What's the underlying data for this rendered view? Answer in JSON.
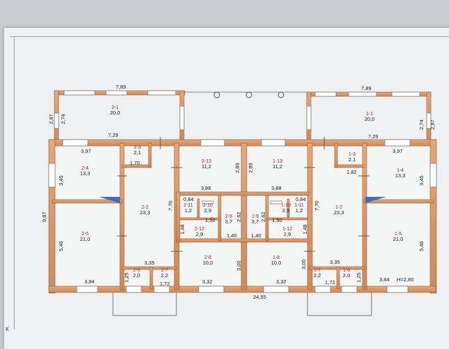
{
  "colors": {
    "wall": "#d89868",
    "wall_edge": "#9a5a33",
    "room_fill": "#f4f5f5",
    "window": "#ffffff",
    "accent": "#3b6fb8"
  },
  "dimensions": {
    "top_left_width": "7,89",
    "top_right_width": "7,89",
    "left_porch_h": "2,97",
    "left_porch_in": "2,74",
    "right_porch_h": "2,97",
    "right_porch_in": "2,74",
    "left_mid_width": "7,29",
    "right_mid_width": "7,29",
    "left_room_width": "3,97",
    "right_room_width": "3,97",
    "left_small": "1,70",
    "right_small": "1,82",
    "overall_height": "9,87",
    "left_h1": "3,45",
    "right_h1": "3,45",
    "left_h2": "5,46",
    "right_h2": "5,46",
    "left_bottom": "3,84",
    "right_bottom": "3,84",
    "height_note": "H=2,80",
    "center_left_1": "3,88",
    "center_right_1": "3,88",
    "center_v1": "2,89",
    "center_v2": "2,89",
    "left_v770": "7,70",
    "right_v770": "7,70",
    "c_150a": "1,50",
    "c_150b": "1,50",
    "c_262a": "2,62",
    "c_262b": "2,62",
    "c_140a": "1,40",
    "c_140b": "1,40",
    "c_148a": "1,48",
    "c_148b": "1,48",
    "c_335a": "3,35",
    "c_335b": "3,35",
    "c_300a": "3,00",
    "c_300b": "3,00",
    "c_332a": "3,32",
    "c_332b": "3,32",
    "c_172a": "1,72",
    "c_172b": "1,72",
    "c_125a": "1,25",
    "c_125b": "1,25",
    "c_084a": "0,84",
    "c_084b": "0,84",
    "overall_width": "24,55"
  },
  "rooms": [
    {
      "id": "2-1",
      "area": "20,0"
    },
    {
      "id": "1-1",
      "area": "20,0"
    },
    {
      "id": "2-3",
      "area": "2,1"
    },
    {
      "id": "2-4",
      "area": "13,3"
    },
    {
      "id": "2-2",
      "area": "23,3"
    },
    {
      "id": "2-5",
      "area": "21,0"
    },
    {
      "id": "2-13",
      "area": "11,2"
    },
    {
      "id": "1-13",
      "area": "11,2"
    },
    {
      "id": "2-11",
      "area": "1,2"
    },
    {
      "id": "2-10",
      "area": "2,9"
    },
    {
      "id": "2-9",
      "area": "3,7"
    },
    {
      "id": "1-9",
      "area": "3,7"
    },
    {
      "id": "1-10",
      "area": "2,9"
    },
    {
      "id": "1-11",
      "area": "1,2"
    },
    {
      "id": "2-12",
      "area": "2,9"
    },
    {
      "id": "1-12",
      "area": "2,9"
    },
    {
      "id": "2-8",
      "area": "10,0"
    },
    {
      "id": "1-8",
      "area": "10,0"
    },
    {
      "id": "2-6",
      "area": "2,0"
    },
    {
      "id": "2-7",
      "area": "2,2"
    },
    {
      "id": "1-7",
      "area": "2,2"
    },
    {
      "id": "1-6",
      "area": "2,0"
    },
    {
      "id": "1-3",
      "area": "2,1"
    },
    {
      "id": "1-4",
      "area": "13,3"
    },
    {
      "id": "1-2",
      "area": "23,3"
    },
    {
      "id": "1-5",
      "area": "21,0"
    }
  ],
  "corner_mark": "к"
}
